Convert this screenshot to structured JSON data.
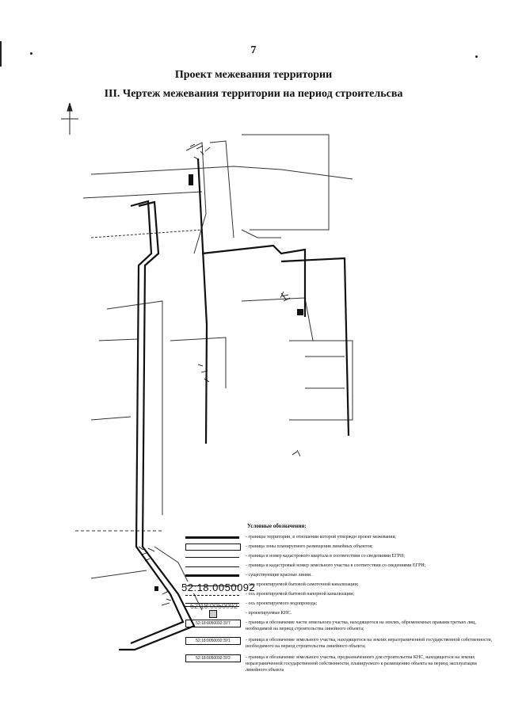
{
  "page": {
    "number": "7",
    "title": "Проект межевания территории",
    "subtitle": "III. Чертеж межевания территории на период строительсва"
  },
  "map": {
    "cadastral_labels": [
      "52:18:0050092",
      "52:18:0050092"
    ]
  },
  "legend": {
    "heading": "Условные обозначения:",
    "items": [
      {
        "symbol": "thick",
        "text": "- границы территории, в отношении которой утверждн проект межевания;"
      },
      {
        "symbol": "box",
        "text": "- граница зоны планируемого размещения линейных объектов;"
      },
      {
        "symbol": "line",
        "text": "- граница и номер кадастрового квартала в соответствии со сведениями ЕГРН;"
      },
      {
        "symbol": "line",
        "text": "- граница и кадастровый номер земельного участка в соответствии со сведениями ЕГРН;"
      },
      {
        "symbol": "thick",
        "text": "- существующие красные линии."
      },
      {
        "symbol": "line",
        "text": "- ось проектируемой бытовой самотечной канализации;"
      },
      {
        "symbol": "dash",
        "text": "- ось проектируемой бытовой напорной канализации;"
      },
      {
        "symbol": "double",
        "text": "- ось проектируемого водопровода;"
      },
      {
        "symbol": "kns",
        "text": "- проектируемые КНС."
      },
      {
        "symbol": "label",
        "label": "52:18:0050092:ЗУ7",
        "text": "- граница и обозначение части земельного участка, находящегося на землях, обремененных правами третьих лиц, необходимой на период строительства линейного объекта;"
      },
      {
        "symbol": "label",
        "label": "52:18:0050092:ЗУ1",
        "text": "- граница и обозначение земельного участка, находящегося на землях неразграниченной государственной собственности, необходимого на период строительства линейного объекта;"
      },
      {
        "symbol": "label",
        "label": "52:18:0050092:ЗУ2",
        "text": "- граница и обозначение земельного участка, предназначенного для строительства КНС, находящегося на землях неразграниченной государственной собственности, планируемого к размещению объекта на период эксплуатации линейного объекта"
      }
    ]
  }
}
